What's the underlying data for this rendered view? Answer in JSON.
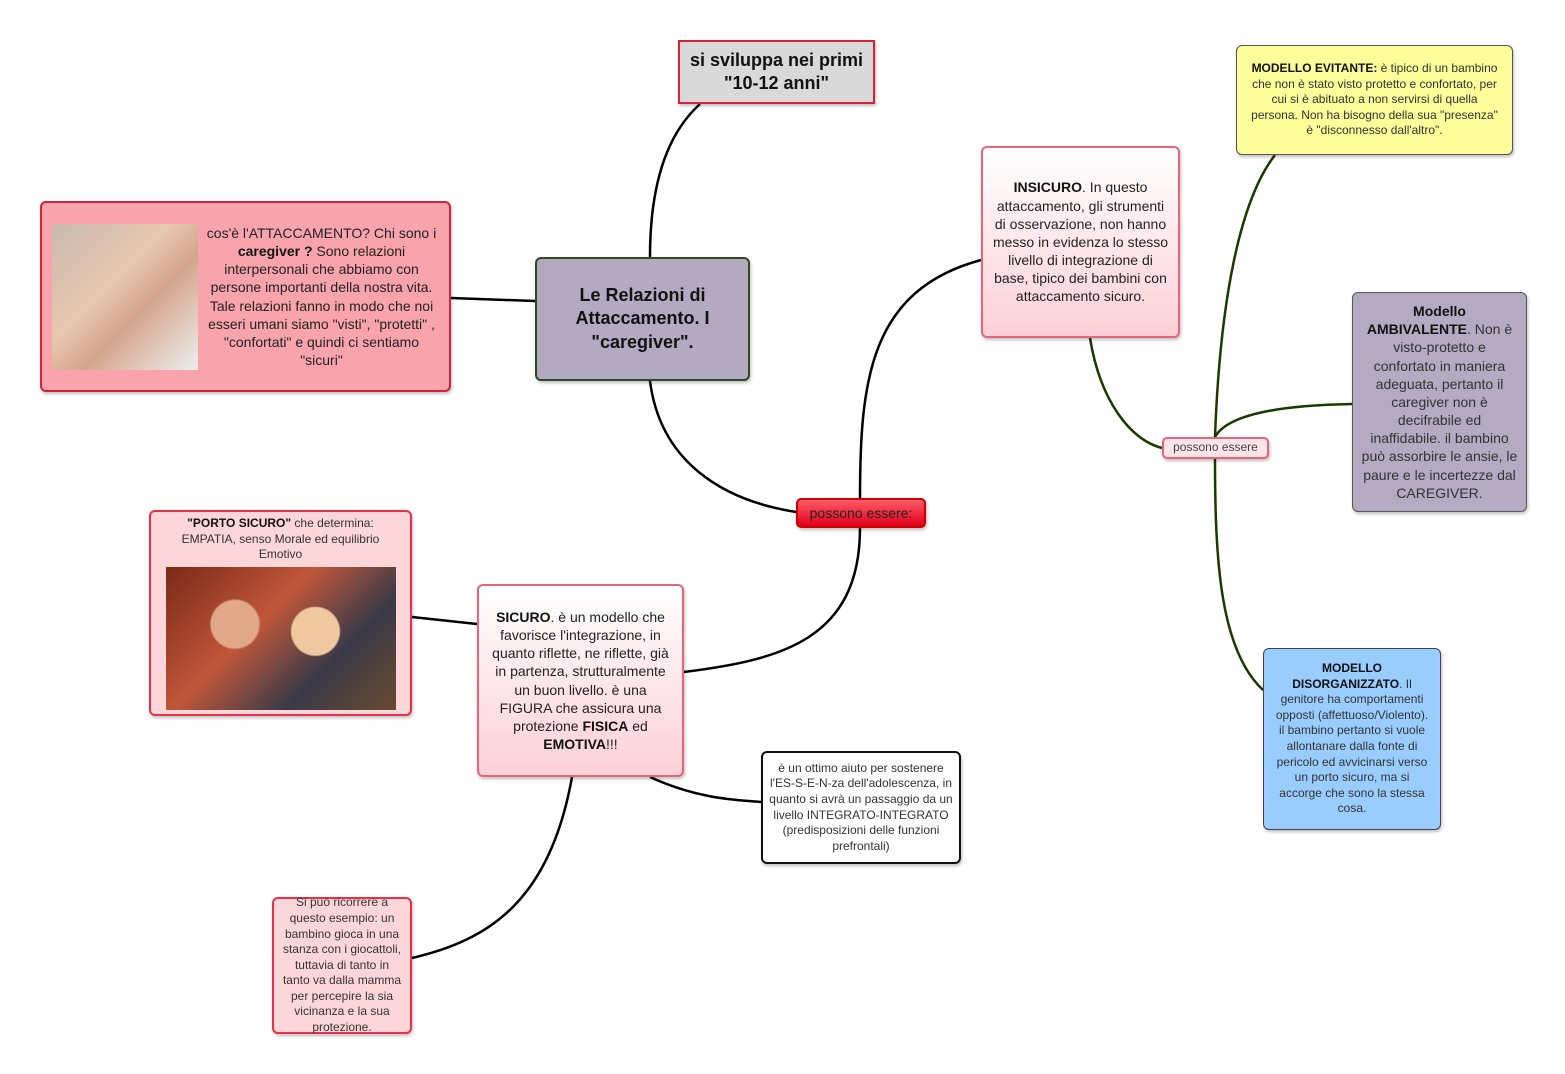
{
  "top": {
    "text": "si sviluppa nei primi \"10-12 anni\""
  },
  "center": {
    "text": "Le Relazioni di Attaccamento. I \"caregiver\"."
  },
  "left": {
    "pre": "cos'è l'ATTACCAMENTO? Chi sono i ",
    "bold": "caregiver ?",
    "post": " Sono relazioni interpersonali che abbiamo con persone importanti della nostra vita. Tale relazioni fanno in modo che noi esseri umani siamo \"visti\", \"protetti\" , \"confortati\" e quindi ci sentiamo \"sicuri\""
  },
  "connector_center": "possono essere:",
  "connector_right": "possono essere",
  "insicuro": {
    "bold": "INSICURO",
    "text": ". In questo attaccamento, gli strumenti di osservazione, non hanno messo in evidenza lo stesso livello di integrazione di base, tipico dei bambini con attaccamento sicuro."
  },
  "evitante": {
    "bold": "MODELLO EVITANTE:",
    "text": " è tipico di un bambino che non è stato visto protetto e confortato, per cui si è abituato a non servirsi di quella persona. Non ha bisogno della sua \"presenza\" è \"disconnesso dall'altro\"."
  },
  "ambivalente": {
    "bold": "Modello AMBIVALENTE",
    "text": ". Non è visto-protetto e confortato in maniera adeguata, pertanto il caregiver non è decifrabile ed inaffidabile. il bambino può assorbire le ansie, le paure e le incertezze dal CAREGIVER."
  },
  "disorganizzato": {
    "bold": "MODELLO DISORGANIZZATO",
    "text": ". Il genitore ha comportamenti opposti (affettuoso/Violento). il bambino pertanto si vuole allontanare dalla fonte di pericolo ed avvicinarsi verso un porto sicuro, ma si accorge che sono la stessa cosa."
  },
  "porto": {
    "bold": "\"PORTO SICURO\"",
    "text": " che determina: EMPATIA, senso Morale ed equilibrio Emotivo"
  },
  "sicuro": {
    "b1": "SICURO",
    "t1": ". è un modello che favorisce l'integrazione, in quanto riflette, ne riflette, già in partenza, strutturalmente un buon livello. è una FIGURA che assicura una protezione ",
    "b2": "FISICA",
    "t2": " ed ",
    "b3": "EMOTIVA",
    "t3": "!!!"
  },
  "ottimo": {
    "text": "è un ottimo aiuto per sostenere l'ES-S-E-N-za dell'adolescenza, in quanto si avrà un passaggio da un livello INTEGRATO-INTEGRATO (predisposizioni delle funzioni prefrontali)"
  },
  "esempio": {
    "text": "Si può ricorrere a questo esempio: un bambino gioca in una stanza con i giocattoli, tuttavia di tanto in tanto va dalla mamma per percepire la sia vicinanza e la sua protezione."
  },
  "colors": {
    "red_border": "#d3223a",
    "dark_green_link": "#1a3a00",
    "yellow": "#fdfd99",
    "blue": "#99ccff",
    "purple": "#b4aac1"
  }
}
